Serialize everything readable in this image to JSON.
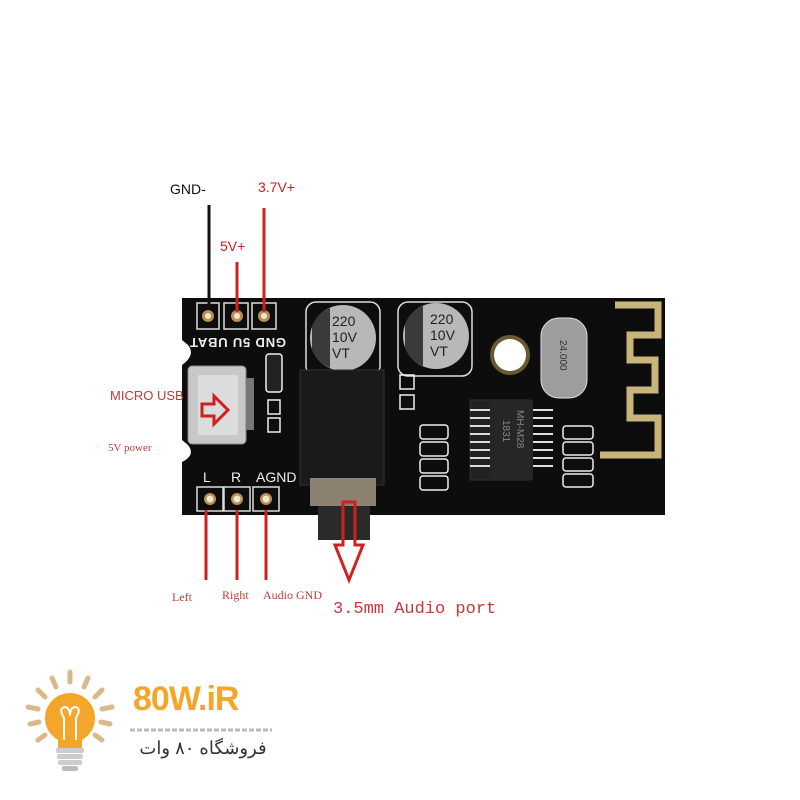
{
  "callouts": {
    "gnd_minus": "GND-",
    "v37_plus": "3.7V+",
    "v5_plus": "5V+",
    "micro_usb": "MICRO USB",
    "v5_power": "5V power",
    "left": "Left",
    "right": "Right",
    "audio_gnd": "Audio GND",
    "audio_port": "3.5mm Audio port"
  },
  "board": {
    "pin_labels_top": "GND 5U UBAT",
    "pin_L": "L",
    "pin_R": "R",
    "pin_AGND": "AGND",
    "cap_value": "220",
    "cap_voltage": "10V",
    "cap_series": "VT",
    "chip_model": "MH-M28",
    "chip_code": "1831",
    "crystal": "24.000"
  },
  "logo": {
    "brand": "80W.iR",
    "tagline": "فروشگاه ۸۰ وات"
  },
  "colors": {
    "callout_red": "#d11f1f",
    "pcb": "#0d0d0d",
    "antenna_gold": "#c9b57a",
    "logo_orange": "#f4a62a"
  }
}
